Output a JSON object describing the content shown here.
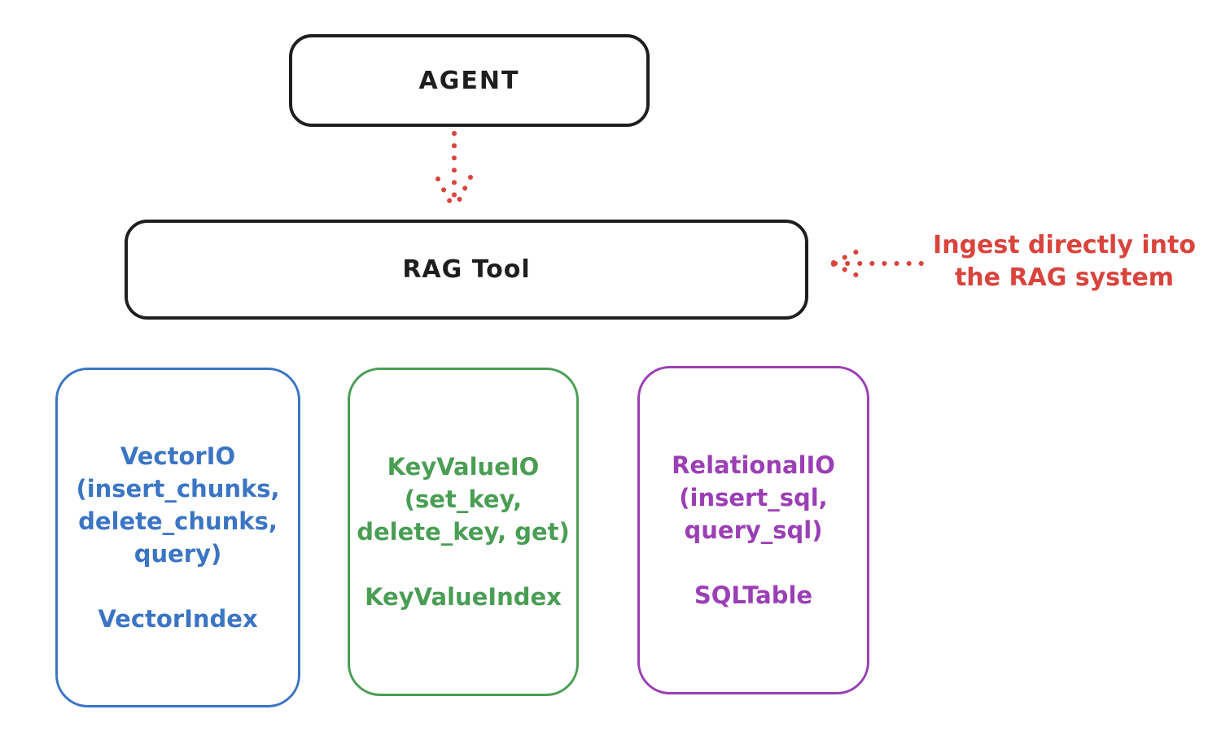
{
  "diagram": {
    "agent": {
      "label": "AGENT"
    },
    "rag_tool": {
      "label": "RAG Tool"
    },
    "annotation": {
      "line1": "Ingest directly into",
      "line2": "the RAG system"
    },
    "io_boxes": [
      {
        "name": "VectorIO",
        "color": "#3b75c4",
        "lines": [
          "VectorIO",
          "(insert_chunks,",
          "delete_chunks,",
          "query)"
        ],
        "index_label": "VectorIndex"
      },
      {
        "name": "KeyValueIO",
        "color": "#4a9e54",
        "lines": [
          "KeyValueIO",
          "(set_key,",
          "delete_key, get)"
        ],
        "index_label": "KeyValueIndex"
      },
      {
        "name": "RelationalIO",
        "color": "#9b3fb5",
        "lines": [
          "RelationalIO",
          "(insert_sql,",
          "query_sql)"
        ],
        "index_label": "SQLTable"
      }
    ],
    "colors": {
      "stroke_black": "#1e1e1e",
      "arrow_red": "#d9443c",
      "background": "#ffffff"
    }
  }
}
